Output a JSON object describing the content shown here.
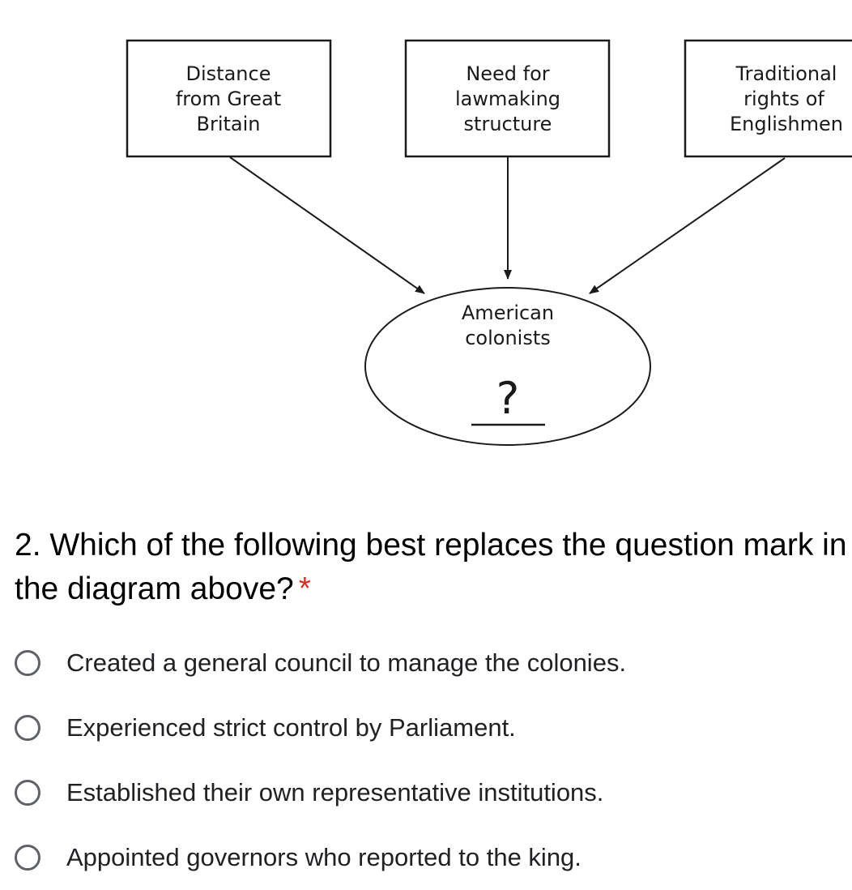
{
  "diagram": {
    "box_left": [
      "Distance",
      "from Great",
      "Britain"
    ],
    "box_center": [
      "Need for",
      "lawmaking",
      "structure"
    ],
    "box_right": [
      "Traditional",
      "rights of",
      "Englishmen"
    ],
    "ellipse": [
      "American",
      "colonists"
    ],
    "unknown": "?"
  },
  "question": {
    "text": "2. Which of the following best replaces the question mark in the diagram above?",
    "required_mark": "*"
  },
  "options": [
    {
      "label": "Created a general council to manage the colonies.",
      "selected": false
    },
    {
      "label": "Experienced strict control by Parliament.",
      "selected": false
    },
    {
      "label": "Established their own representative institutions.",
      "selected": false
    },
    {
      "label": "Appointed governors who reported to the king.",
      "selected": false
    }
  ],
  "colors": {
    "required": "#d93025",
    "radio_border": "#5f6368"
  }
}
